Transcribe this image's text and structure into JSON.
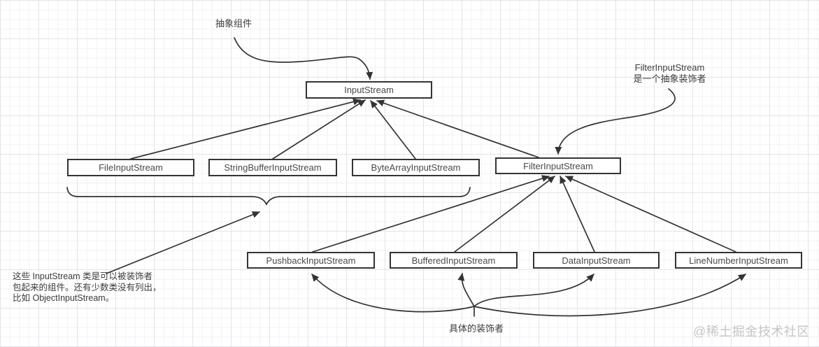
{
  "nodes": {
    "input_stream": "InputStream",
    "file_input_stream": "FileInputStream",
    "string_buffer_input_stream": "StringBufferInputStream",
    "byte_array_input_stream": "ByteArrayInputStream",
    "filter_input_stream": "FilterInputStream",
    "pushback_input_stream": "PushbackInputStream",
    "buffered_input_stream": "BufferedInputStream",
    "data_input_stream": "DataInputStream",
    "line_number_input_stream": "LineNumberInputStream"
  },
  "annotations": {
    "abstract_component": "抽象组件",
    "filter_decorator_line1": "FilterInputStream",
    "filter_decorator_line2": "是一个抽象装饰者",
    "components_note_line1": "这些 InputStream 类是可以被装饰者",
    "components_note_line2": "包起来的组件。还有少数类没有列出，",
    "components_note_line3": "比如 ObjectInputStream。",
    "concrete_decorators": "具体的装饰者"
  },
  "watermark": "@稀土掘金技术社区",
  "colors": {
    "line": "#333333",
    "box_border": "#343434",
    "box_fill": "#ffffff",
    "text": "#4a4a4a",
    "watermark": "#c6c6c6",
    "grid_minor": "#f1f1f3",
    "grid_major": "#e4e4e6",
    "background": "#ffffff"
  }
}
